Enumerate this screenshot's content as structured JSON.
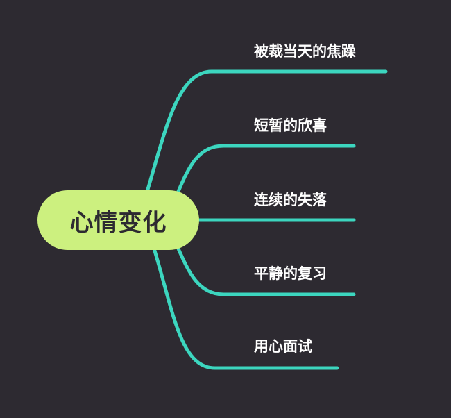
{
  "center": {
    "label": "心情变化",
    "color": "#ccf07f",
    "text_color": "#2d2a31"
  },
  "branches": [
    {
      "label": "被裁当天的焦躁"
    },
    {
      "label": "短暂的欣喜"
    },
    {
      "label": "连续的失落"
    },
    {
      "label": "平静的复习"
    },
    {
      "label": "用心面试"
    }
  ],
  "colors": {
    "background": "#2d2a31",
    "connector": "#3cd6bf",
    "label_text": "#ffffff"
  }
}
